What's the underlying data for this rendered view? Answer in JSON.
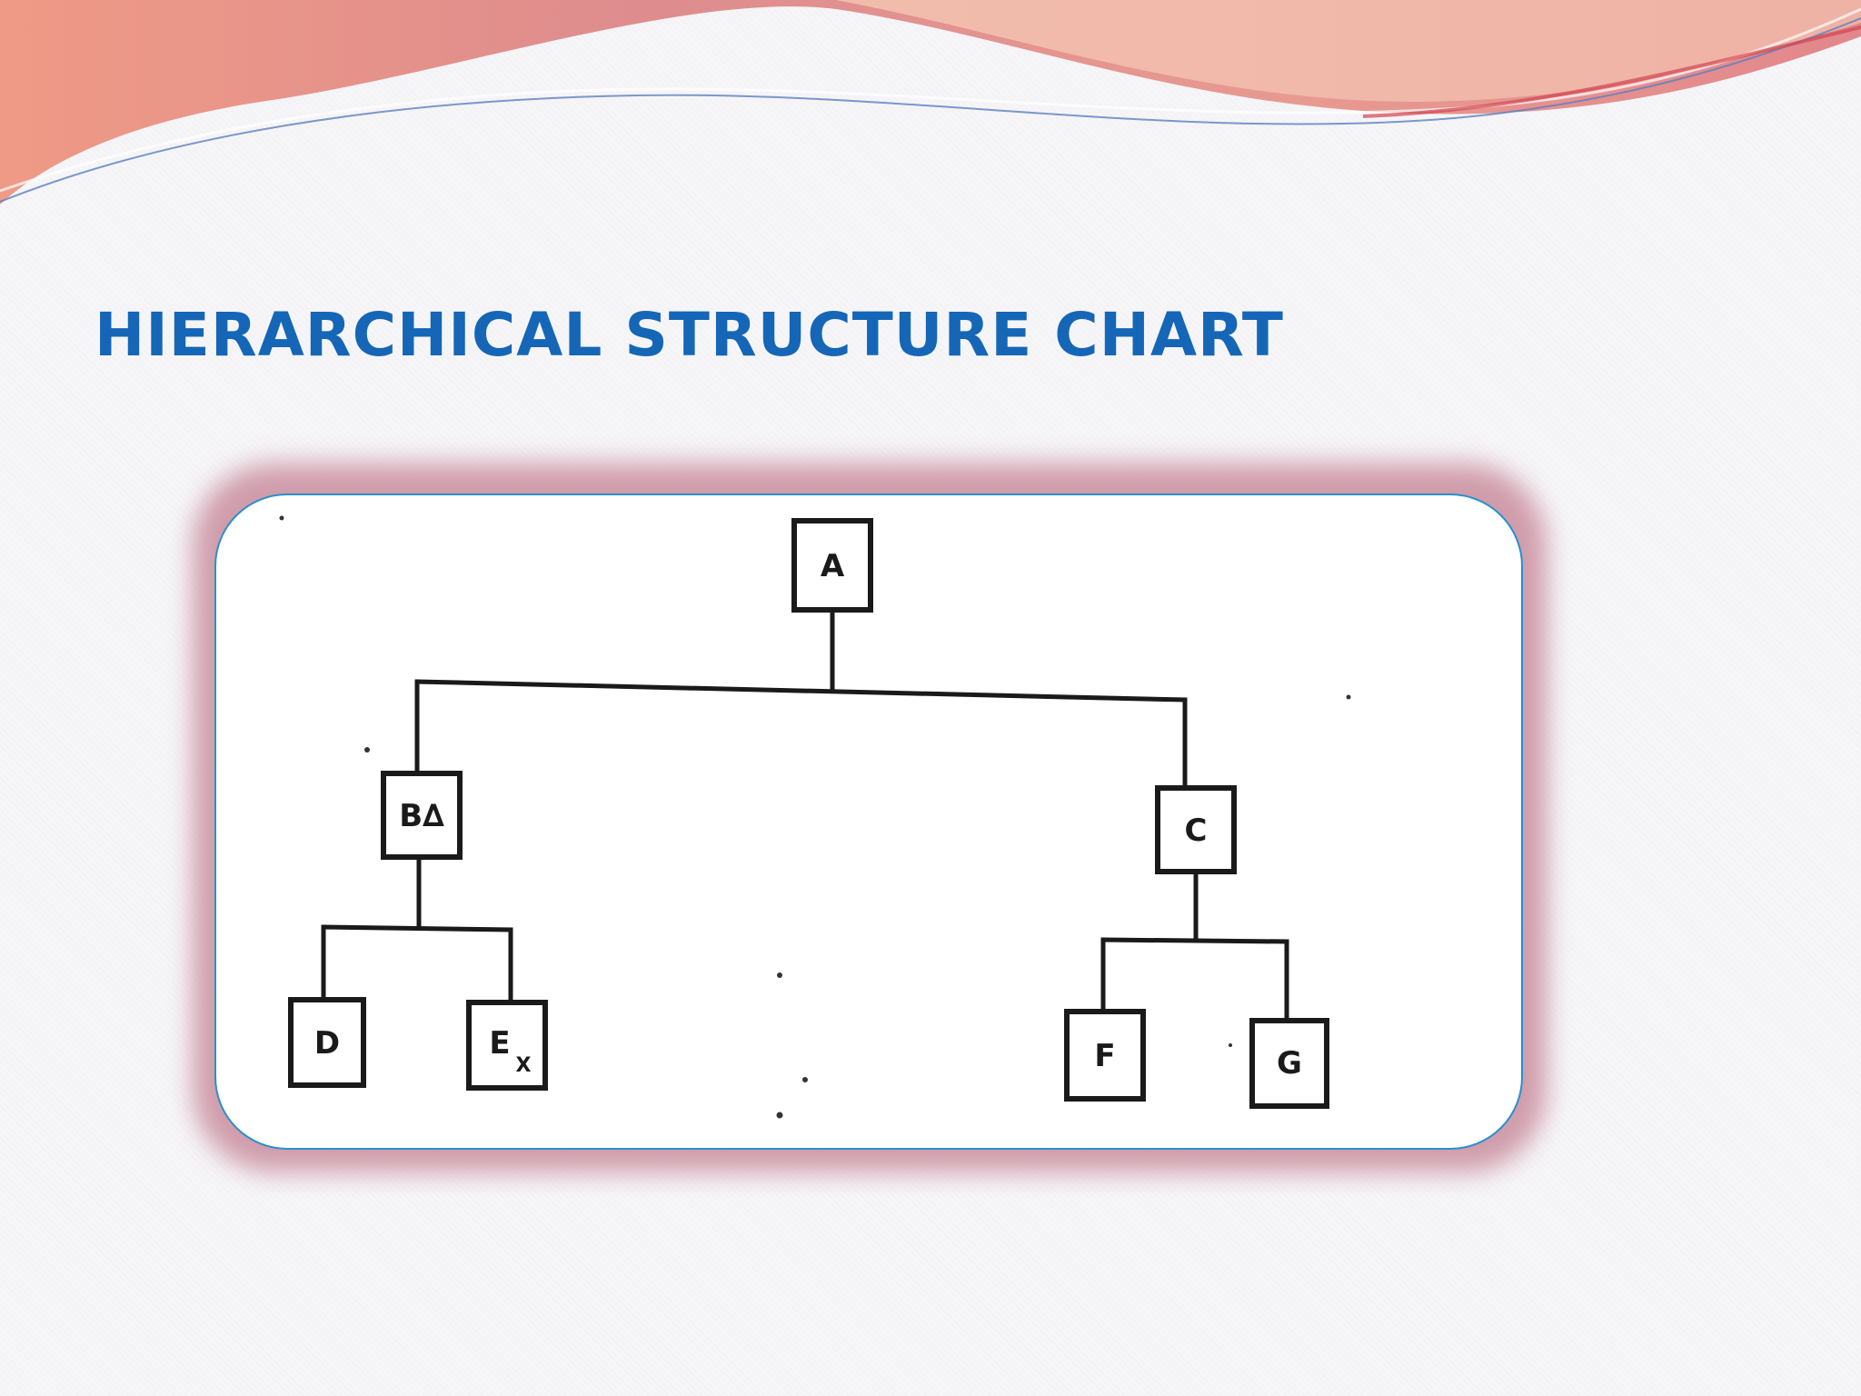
{
  "slide": {
    "title": "HIERARCHICAL STRUCTURE CHART"
  },
  "diagram": {
    "nodes": {
      "A": {
        "label": "A"
      },
      "B": {
        "label": "B∆"
      },
      "C": {
        "label": "C"
      },
      "D": {
        "label": "D"
      },
      "E": {
        "label": "E",
        "subscript": "X"
      },
      "F": {
        "label": "F"
      },
      "G": {
        "label": "G"
      }
    },
    "edges": [
      {
        "from": "A",
        "to": "B"
      },
      {
        "from": "A",
        "to": "C"
      },
      {
        "from": "B",
        "to": "D"
      },
      {
        "from": "B",
        "to": "E"
      },
      {
        "from": "C",
        "to": "F"
      },
      {
        "from": "C",
        "to": "G"
      }
    ]
  },
  "colors": {
    "title": "#1566b6",
    "frame_border": "#2a8fcf",
    "frame_glow": "#c98d9d",
    "wave_primary": "#e08c8c",
    "wave_accent": "#f0a08a"
  }
}
